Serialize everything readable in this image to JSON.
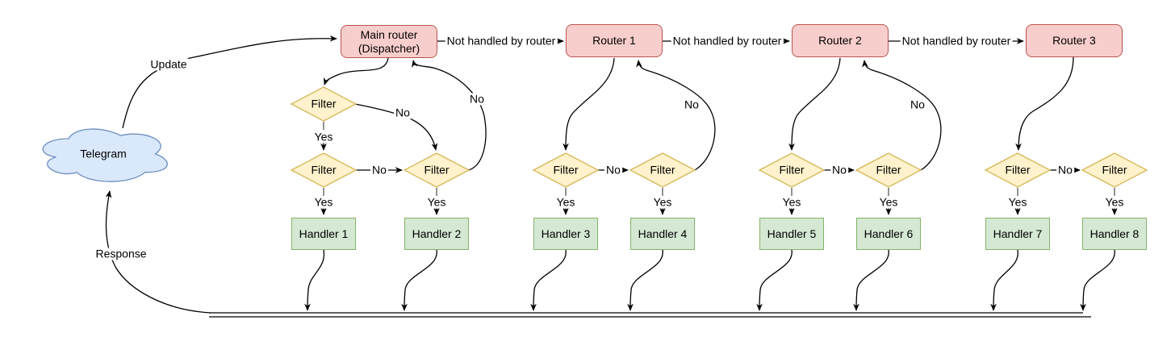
{
  "colors": {
    "router_fill": "#f8cecc",
    "router_stroke": "#b85450",
    "filter_fill": "#fff2cc",
    "filter_stroke": "#d6b656",
    "handler_fill": "#d5e8d4",
    "handler_stroke": "#82b366",
    "cloud_fill": "#dae8fc",
    "cloud_stroke": "#6c8ebf",
    "edge": "#000000",
    "stub": "#6e6e6e",
    "text": "#000000"
  },
  "cloud": {
    "label": "Telegram"
  },
  "edge_labels": {
    "update": "Update",
    "response": "Response",
    "not_handled": "Not handled by router",
    "yes": "Yes",
    "no": "No"
  },
  "routers": [
    {
      "label": "Main router",
      "sublabel": "(Dispatcher)"
    },
    {
      "label": "Router 1"
    },
    {
      "label": "Router 2"
    },
    {
      "label": "Router 3"
    }
  ],
  "filter_label": "Filter",
  "handlers": [
    {
      "label": "Handler 1"
    },
    {
      "label": "Handler 2"
    },
    {
      "label": "Handler 3"
    },
    {
      "label": "Handler 4"
    },
    {
      "label": "Handler 5"
    },
    {
      "label": "Handler 6"
    },
    {
      "label": "Handler 7"
    },
    {
      "label": "Handler 8"
    }
  ]
}
